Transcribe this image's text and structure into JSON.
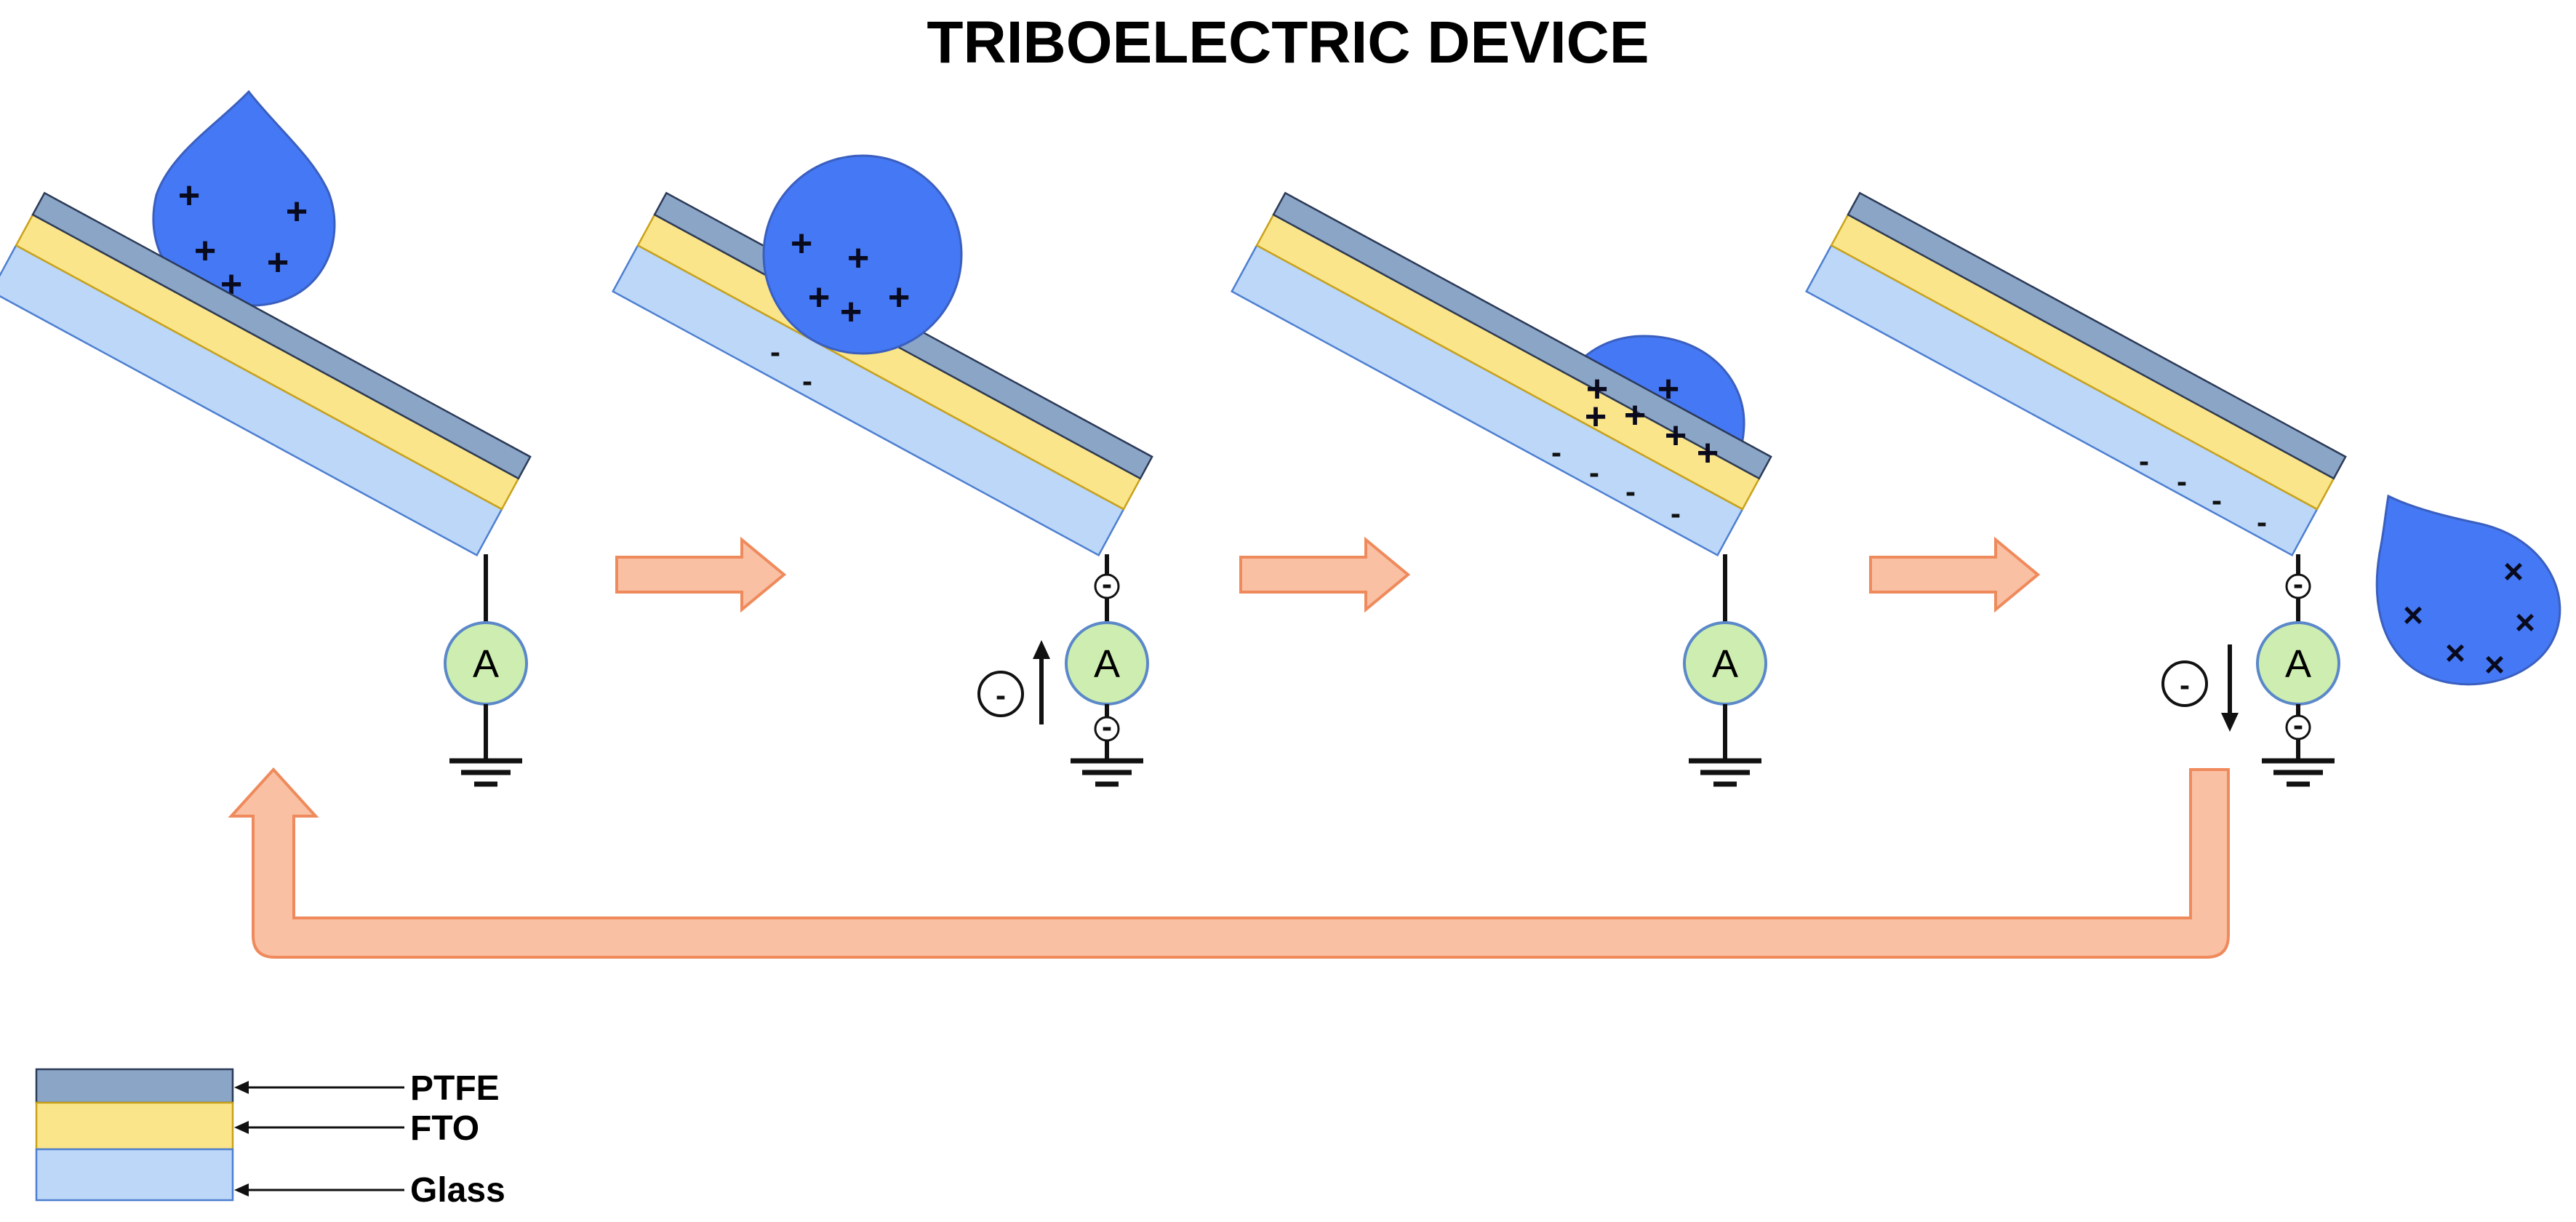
{
  "title": "TRIBOELECTRIC DEVICE",
  "legend": {
    "ptfe": "PTFE",
    "fto": "FTO",
    "glass": "Glass"
  },
  "ammeter_label": "A",
  "electron_symbol": "-",
  "charge_symbols": {
    "positive": "+",
    "negative": "-",
    "neutralized": "×"
  },
  "colors": {
    "ptfe": "#8aa5c6",
    "fto": "#fbe58a",
    "glass": "#bcd7f7",
    "water_drop": "#4478f5",
    "ammeter": "#cdeeb0",
    "flow_arrow": "#f9c0a3"
  },
  "stages": [
    {
      "id": 1,
      "drop_plus_count": 5,
      "surface_minus_count": 0,
      "current": "none"
    },
    {
      "id": 2,
      "drop_plus_count": 5,
      "surface_minus_count": 2,
      "current": "up"
    },
    {
      "id": 3,
      "drop_plus_count": 6,
      "surface_minus_count": 4,
      "current": "none"
    },
    {
      "id": 4,
      "drop_neutral_count": 5,
      "surface_minus_count": 4,
      "current": "down"
    }
  ]
}
